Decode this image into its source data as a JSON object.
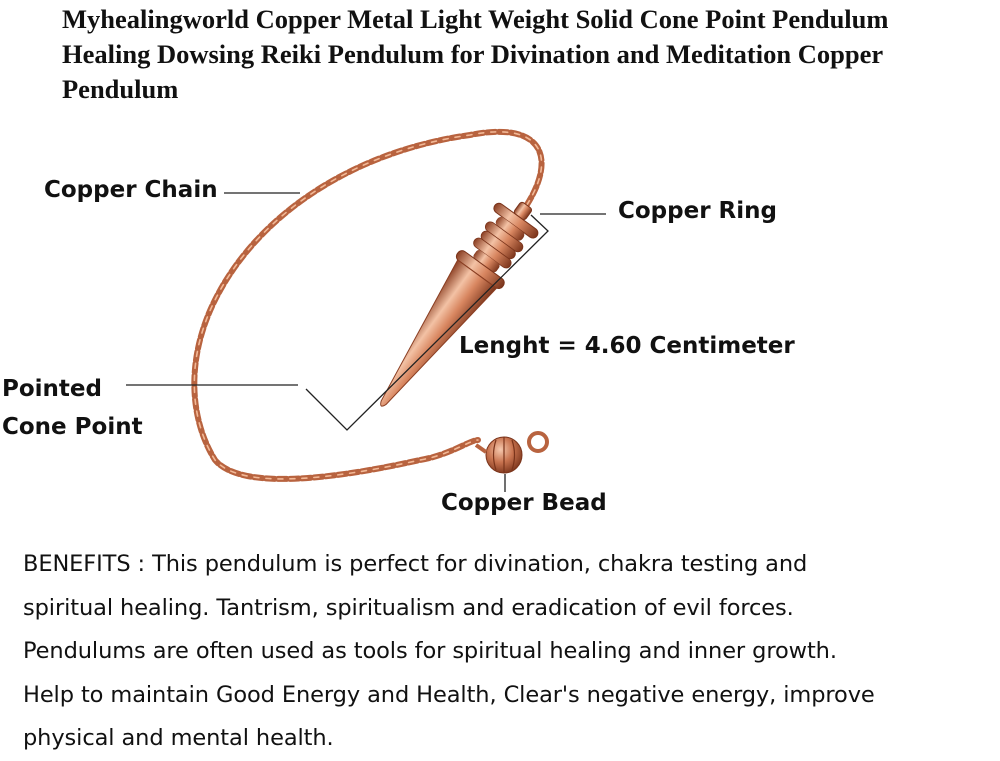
{
  "title": "Myhealingworld Copper Metal Light Weight Solid Cone Point Pendulum Healing Dowsing Reiki Pendulum for Divination and Meditation Copper Pendulum",
  "labels": {
    "chain": "Copper Chain",
    "ring": "Copper Ring",
    "length": "Lenght = 4.60 Centimeter",
    "cone_line1": "Pointed",
    "cone_line2": "Cone Point",
    "bead": "Copper Bead"
  },
  "benefits": [
    "BENEFITS : This pendulum is perfect for divination, chakra testing and",
    "spiritual healing. Tantrism, spiritualism and eradication of evil forces.",
    "Pendulums are often used as tools for spiritual healing and inner growth.",
    "Help to maintain Good Energy and Health, Clear's negative energy, improve",
    "physical and mental health."
  ],
  "colors": {
    "copper": "#c8734f",
    "copper_light": "#f0b89a",
    "copper_dark": "#8a3e22"
  }
}
